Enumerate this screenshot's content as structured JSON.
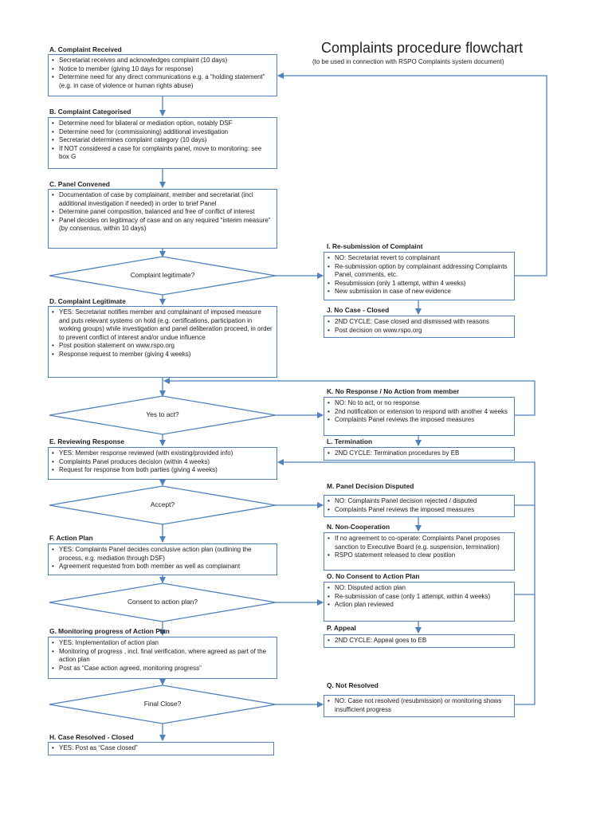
{
  "title": "Complaints procedure flowchart",
  "subtitle": "(to be used in connection with RSPO Complaints system document)",
  "colors": {
    "stroke": "#4f81bd"
  },
  "boxes": {
    "A": {
      "label": "A. Complaint Received",
      "items": [
        "Secretariat receives and acknowledges complaint (10 days)",
        "Notice to member  (giving 10 days for response)",
        "Determine need for any direct communications e.g. a “holding statement”  (e.g. in case of violence or human rights abuse)"
      ]
    },
    "B": {
      "label": "B. Complaint Categorised",
      "items": [
        "Determine need for bilateral or mediation option, notably DSF",
        "Determine need for (commissioning) additional investigation",
        "Secretariat determines complaint category (10 days)",
        "If NOT considered a case for complaints panel, move to monitoring: see box G"
      ]
    },
    "C": {
      "label": "C. Panel Convened",
      "items": [
        "Documentation of case by complainant, member and secretariat (incl additional investigation if needed) in order to brief Panel",
        "Determine panel composition, balanced and free of conflict of interest",
        "Panel decides on legitimacy of case and on any required “interim measure” (by consensus, within 10 days)"
      ]
    },
    "D": {
      "label": "D. Complaint Legitimate",
      "items": [
        "YES: Secretariat notifies member and complainant of imposed measure and puts relevant systems on hold (e.g. certifications, participation in working groups) while investigation and panel deliberation proceed, in order to prevent conflict of interest and/or undue influence",
        "Post position statement on www.rspo.org",
        "Response request to member (giving 4 weeks)"
      ]
    },
    "E": {
      "label": "E. Reviewing Response",
      "items": [
        "YES: Member response reviewed (with existing/provided info)",
        "Complaints Panel produces decision (within 4 weeks)",
        "Request for response from both parties (giving 4 weeks)"
      ]
    },
    "F": {
      "label": "F. Action Plan",
      "items": [
        "YES: Complaints Panel decides conclusive action plan (outlining the process, e.g. mediation through DSF)",
        "Agreement requested from both member as well as complainant"
      ]
    },
    "G": {
      "label": "G. Monitoring progress of Action Plan",
      "items": [
        "YES: Implementation of action plan",
        "Monitoring of progress , incl. final verification, where agreed as part of the action plan",
        "Post as “Case action agreed, monitoring progress”"
      ]
    },
    "H": {
      "label": "H. Case Resolved - Closed",
      "items": [
        "YES: Post as “Case closed”"
      ]
    },
    "I": {
      "label": "I. Re-submission of Complaint",
      "items": [
        "NO: Secretariat revert to complainant",
        "Re-submission option by complainant addressing Complaints Panel, comments, etc.",
        "Resubmission (only 1 attempt, within 4 weeks)",
        "New submission in case of new evidence"
      ]
    },
    "J": {
      "label": "J. No Case - Closed",
      "items": [
        "2ND CYCLE: Case closed and dismissed with reasons",
        "Post decision on www.rspo.org"
      ]
    },
    "K": {
      "label": "K. No Response / No Action from member",
      "items": [
        "NO: No to act, or no response",
        "2nd notification or extension to respond with another 4 weeks",
        "Complaints Panel reviews the imposed measures"
      ]
    },
    "L": {
      "label": "L. Termination",
      "items": [
        "2ND CYCLE: Termination procedures by EB"
      ]
    },
    "M": {
      "label": "M. Panel Decision Disputed",
      "items": [
        "NO: Complaints Panel decision rejected / disputed",
        "Complaints Panel reviews the imposed measures"
      ]
    },
    "N": {
      "label": "N. Non-Cooperation",
      "items": [
        "If no agreement to co-operate: Complaints Panel proposes sanction to Executive Board (e.g. suspension, termination)",
        "RSPO statement released to clear position"
      ]
    },
    "O": {
      "label": "O. No Consent to Action Plan",
      "items": [
        "NO: Disputed action plan",
        "Re-submission of case (only 1 attempt, within 4 weeks)",
        "Action plan reviewed"
      ]
    },
    "P": {
      "label": "P. Appeal",
      "items": [
        "2ND CYCLE: Appeal goes to EB"
      ]
    },
    "Q": {
      "label": "Q. Not Resolved",
      "items": [
        "NO: Case not resolved (resubmission) or monitoring shows insufficient progress"
      ]
    }
  },
  "decisions": {
    "legit": "Complaint legitimate?",
    "act": "Yes to act?",
    "accept": "Accept?",
    "consent": "Consent to action plan?",
    "close": "Final Close?"
  }
}
